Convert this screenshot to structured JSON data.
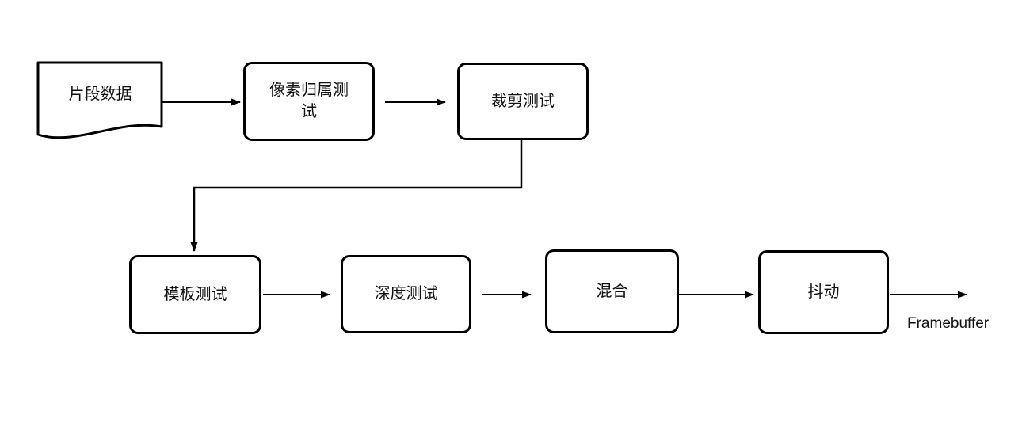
{
  "diagram": {
    "type": "flowchart",
    "background_color": "#ffffff",
    "stroke_color": "#000000",
    "node_fill_color": "#ffffff",
    "text_color": "#111111",
    "nodes": [
      {
        "id": "fragment-data",
        "label": "片段数据",
        "shape": "document"
      },
      {
        "id": "pixel-ownership-test",
        "label": "像素归属测试",
        "shape": "rounded-rect"
      },
      {
        "id": "scissor-test",
        "label": "裁剪测试",
        "shape": "rounded-rect"
      },
      {
        "id": "stencil-test",
        "label": "模板测试",
        "shape": "rounded-rect"
      },
      {
        "id": "depth-test",
        "label": "深度测试",
        "shape": "rounded-rect"
      },
      {
        "id": "blending",
        "label": "混合",
        "shape": "rounded-rect"
      },
      {
        "id": "dithering",
        "label": "抖动",
        "shape": "rounded-rect"
      }
    ],
    "output_label": "Framebuffer",
    "edges": [
      {
        "from": "fragment-data",
        "to": "pixel-ownership-test",
        "style": "straight-arrow"
      },
      {
        "from": "pixel-ownership-test",
        "to": "scissor-test",
        "style": "straight-arrow"
      },
      {
        "from": "scissor-test",
        "to": "stencil-test",
        "style": "elbow-arrow"
      },
      {
        "from": "stencil-test",
        "to": "depth-test",
        "style": "straight-arrow"
      },
      {
        "from": "depth-test",
        "to": "blending",
        "style": "straight-arrow"
      },
      {
        "from": "blending",
        "to": "dithering",
        "style": "straight-arrow"
      },
      {
        "from": "dithering",
        "to": "framebuffer-output",
        "style": "straight-arrow"
      }
    ]
  }
}
